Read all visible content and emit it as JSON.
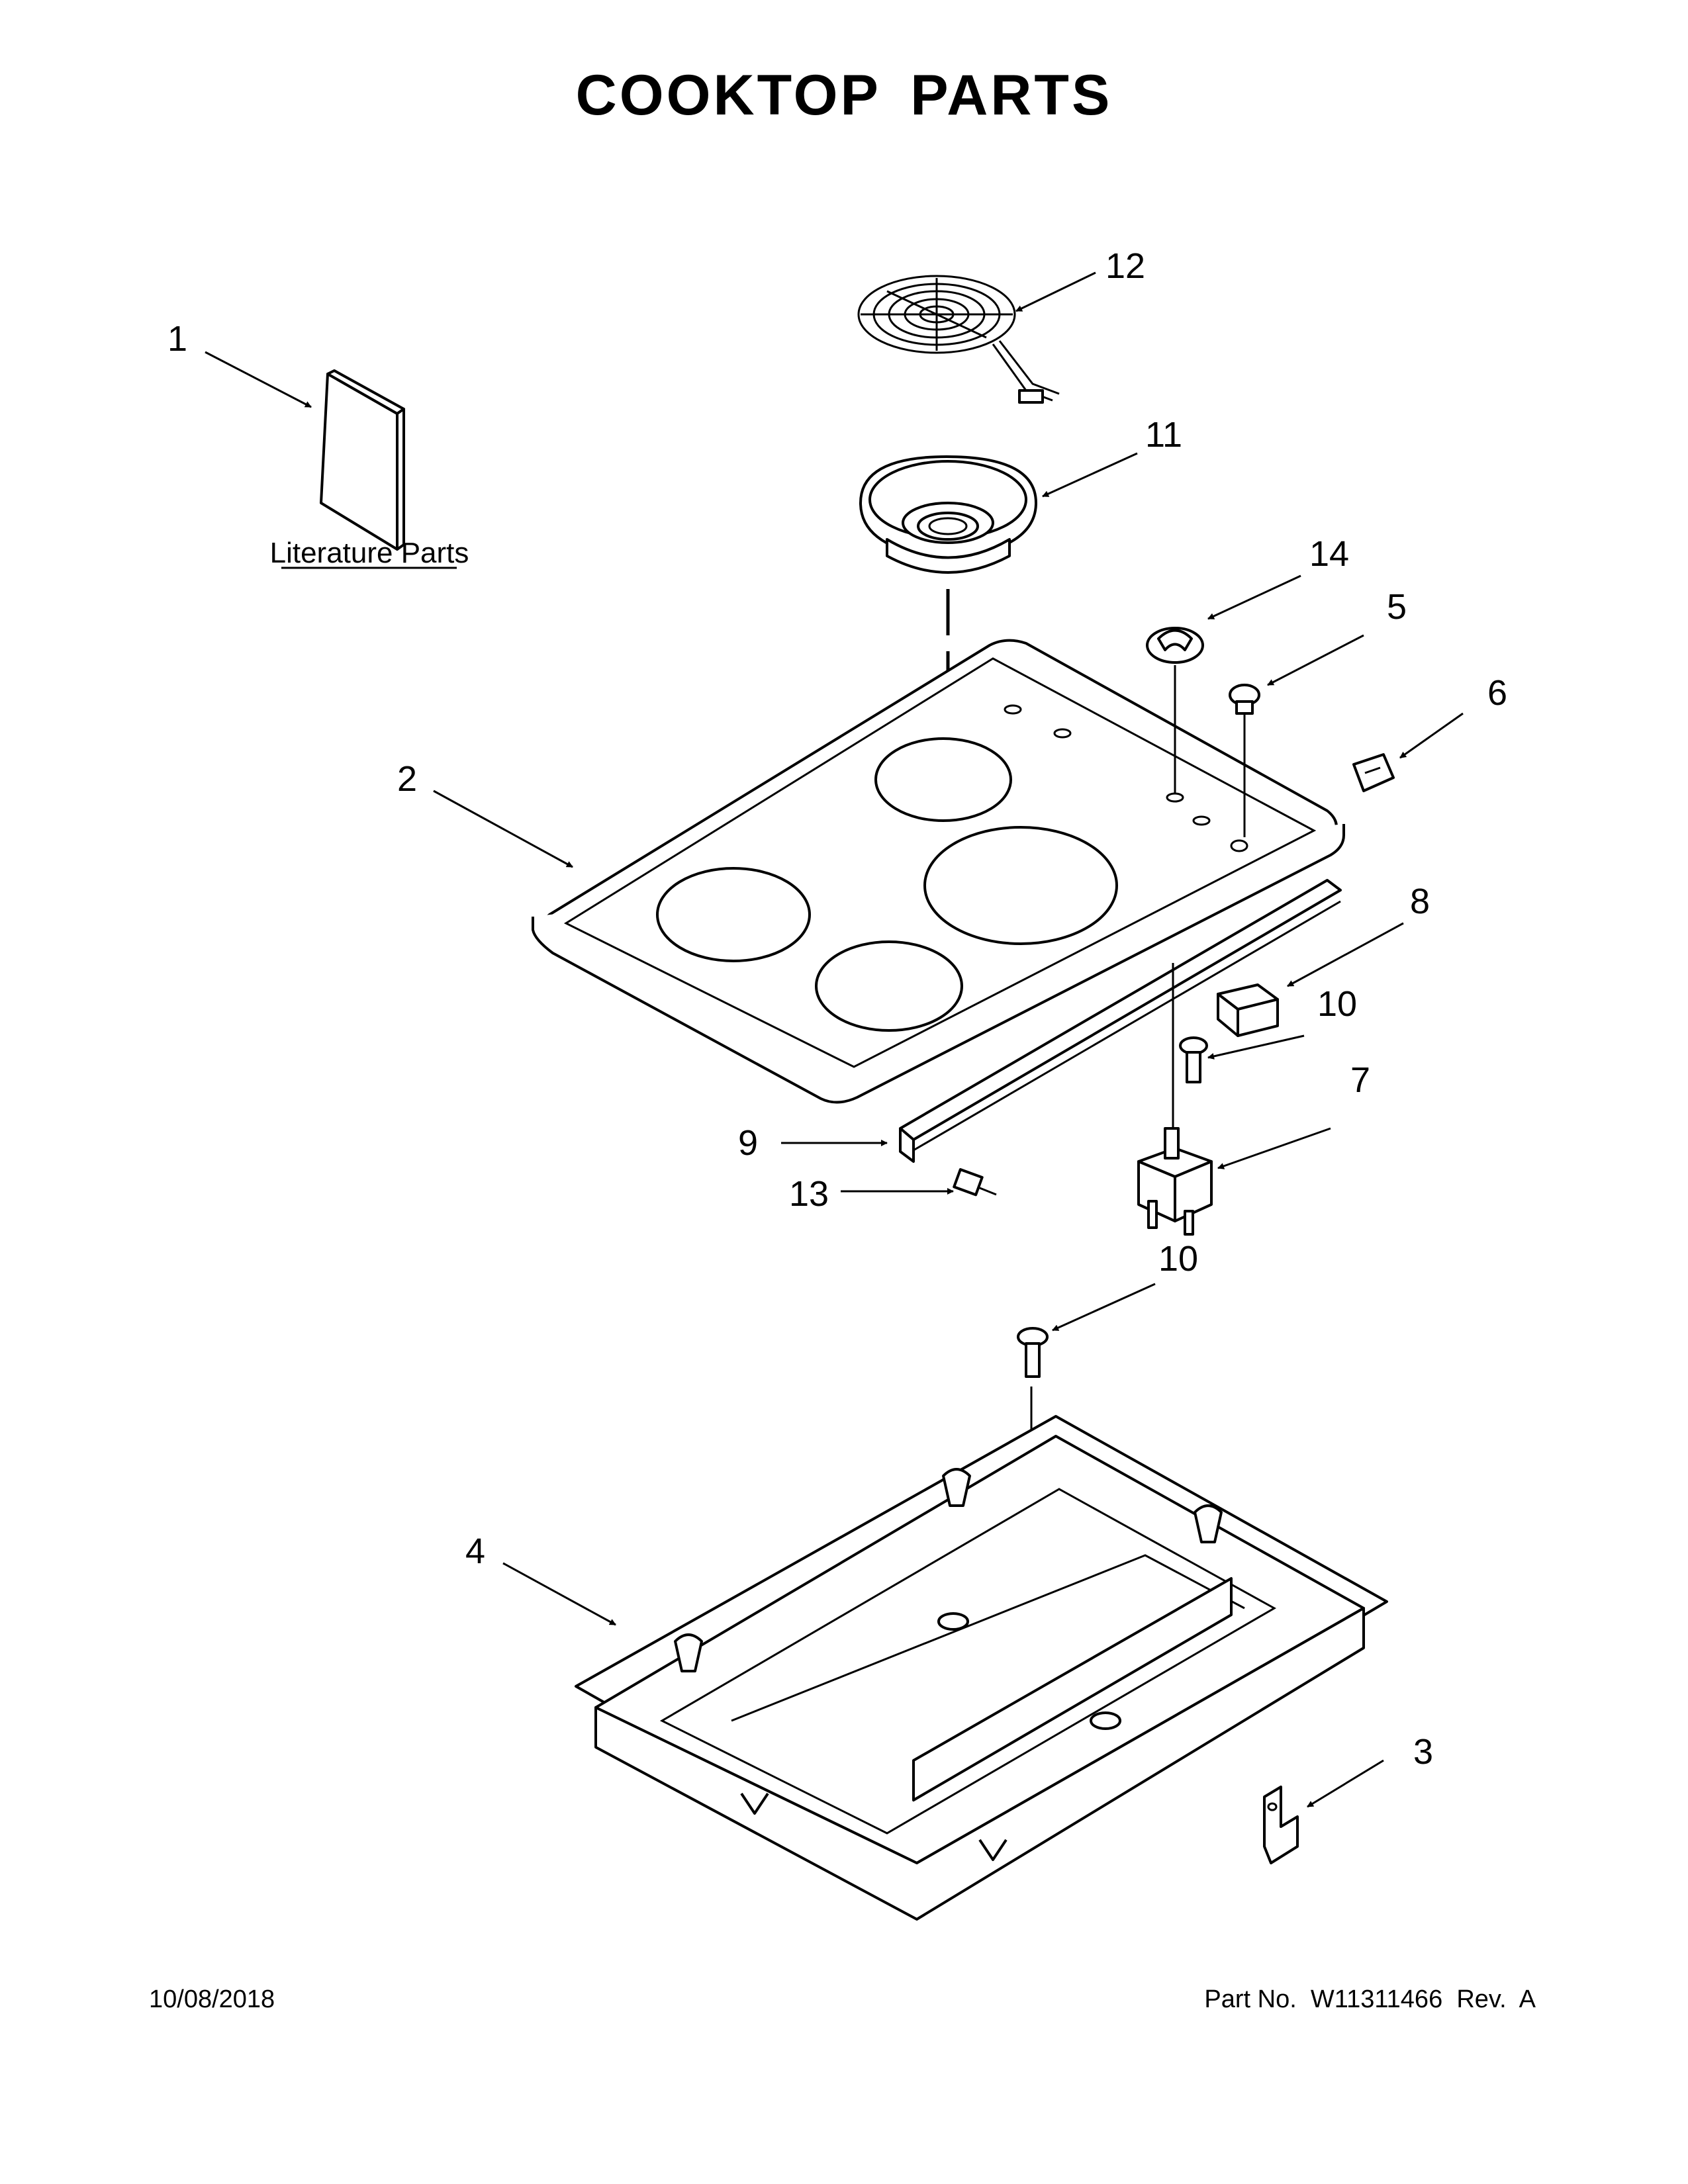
{
  "title": "COOKTOP PARTS",
  "footer": {
    "date": "10/08/2018",
    "part_no": "Part No.  W11311466  Rev.  A"
  },
  "literature_caption": "Literature Parts",
  "callouts": {
    "c1": "1",
    "c2": "2",
    "c3": "3",
    "c4": "4",
    "c5": "5",
    "c6": "6",
    "c7": "7",
    "c8": "8",
    "c9": "9",
    "c10a": "10",
    "c10b": "10",
    "c11": "11",
    "c12": "12",
    "c13": "13",
    "c14": "14"
  }
}
